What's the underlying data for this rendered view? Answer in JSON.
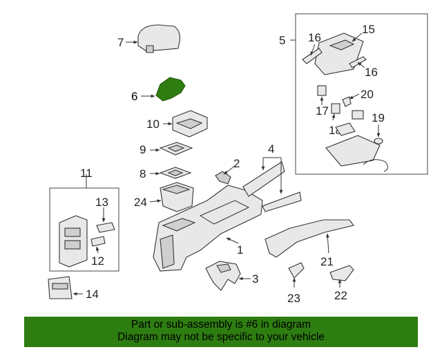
{
  "highlight_color": "#2f7d10",
  "banner_color": "#2e7d11",
  "callouts": {
    "c1": "1",
    "c2": "2",
    "c3": "3",
    "c4": "4",
    "c5": "5",
    "c6": "6",
    "c7": "7",
    "c8": "8",
    "c9": "9",
    "c10": "10",
    "c11": "11",
    "c12": "12",
    "c13": "13",
    "c14": "14",
    "c15": "15",
    "c16a": "16",
    "c16b": "16",
    "c17": "17",
    "c18": "18",
    "c19": "19",
    "c20": "20",
    "c21": "21",
    "c22": "22",
    "c23": "23",
    "c24": "24"
  },
  "footer": {
    "line1": "Part or sub-assembly is #6 in diagram",
    "line2": "Diagram may not be specific to your vehicle"
  }
}
